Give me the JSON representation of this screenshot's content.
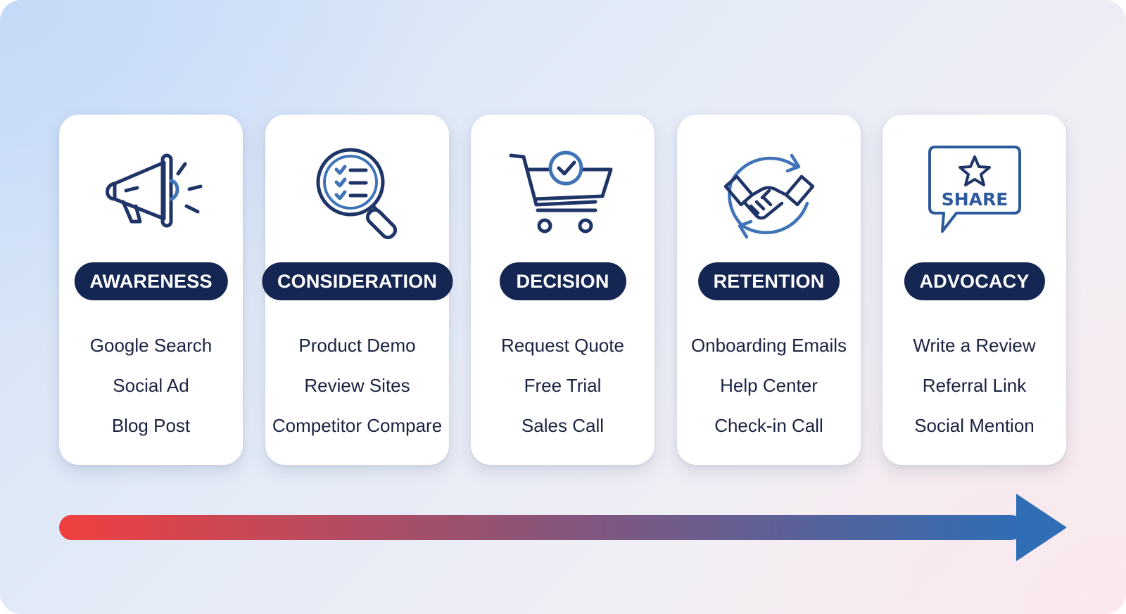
{
  "colors": {
    "pill_bg": "#152652",
    "icon_stroke": "#1f3568",
    "icon_accent": "#3f73b8",
    "arrow_start": "#ef4040",
    "arrow_mid": "#8a5478",
    "arrow_end": "#2f6db5"
  },
  "stages": [
    {
      "label": "AWARENESS",
      "icon": "megaphone-icon",
      "items": [
        "Google Search",
        "Social Ad",
        "Blog Post"
      ]
    },
    {
      "label": "CONSIDERATION",
      "icon": "magnifier-checklist-icon",
      "items": [
        "Product Demo",
        "Review Sites",
        "Competitor Compare"
      ]
    },
    {
      "label": "DECISION",
      "icon": "cart-check-icon",
      "items": [
        "Request Quote",
        "Free Trial",
        "Sales Call"
      ]
    },
    {
      "label": "RETENTION",
      "icon": "handshake-cycle-icon",
      "items": [
        "Onboarding Emails",
        "Help Center",
        "Check-in Call"
      ]
    },
    {
      "label": "ADVOCACY",
      "icon": "share-star-bubble-icon",
      "icon_text": "SHARE",
      "items": [
        "Write a Review",
        "Referral Link",
        "Social Mention"
      ]
    }
  ]
}
